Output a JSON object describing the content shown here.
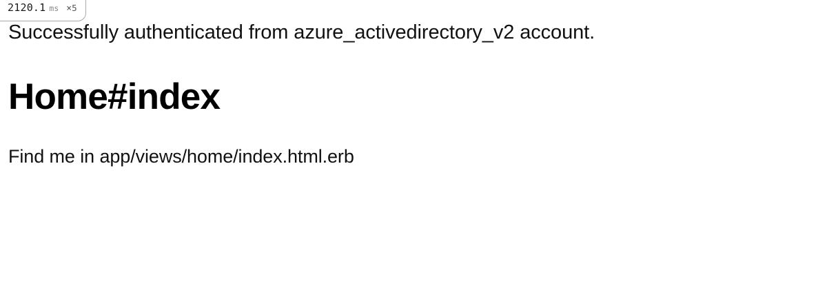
{
  "profiler_badge": {
    "icon": "speed-badge",
    "duration": "2120.1",
    "unit": "ms",
    "multiplier_glyph": "×",
    "request_count": "5"
  },
  "flash": {
    "type": "notice",
    "message": "Successfully authenticated from azure_activedirectory_v2 account."
  },
  "main": {
    "title": "Home#index",
    "body": "Find me in app/views/home/index.html.erb"
  },
  "colors": {
    "background": "#ffffff",
    "text": "#111111",
    "heading": "#000000",
    "badge_border": "#a9a9a9",
    "badge_unit_text": "#8a8a8a",
    "badge_count_text": "#555555"
  }
}
